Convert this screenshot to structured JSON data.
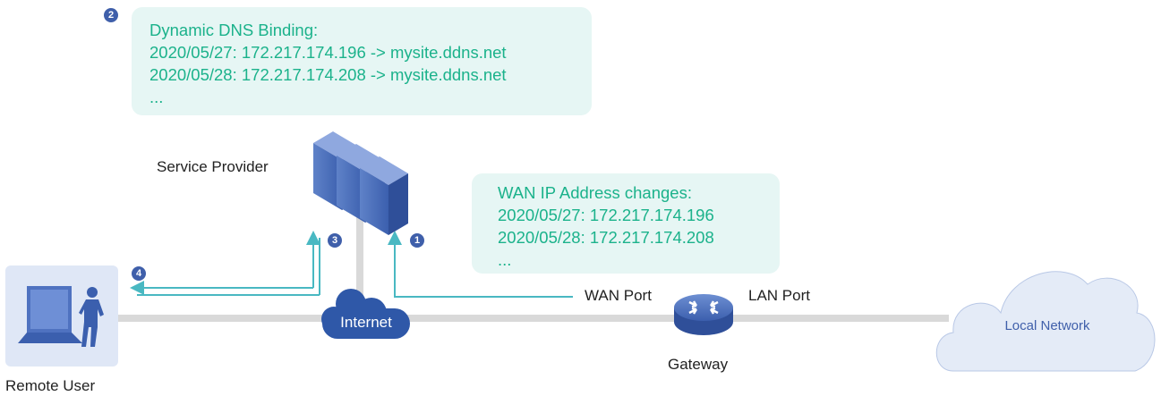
{
  "dns_box": {
    "line1": "Dynamic DNS Binding:",
    "line2": "2020/05/27: 172.217.174.196 -> mysite.ddns.net",
    "line3": "2020/05/28: 172.217.174.208 -> mysite.ddns.net",
    "line4": "..."
  },
  "wan_box": {
    "line1": "WAN IP Address changes:",
    "line2": "2020/05/27: 172.217.174.196",
    "line3": "2020/05/28: 172.217.174.208",
    "line4": "..."
  },
  "labels": {
    "service_provider": "Service Provider",
    "remote_user": "Remote User",
    "internet": "Internet",
    "wan_port": "WAN Port",
    "lan_port": "LAN Port",
    "gateway": "Gateway",
    "local_network": "Local Network"
  },
  "steps": {
    "s1": "1",
    "s2": "2",
    "s3": "3",
    "s4": "4"
  },
  "colors": {
    "accent_teal": "#1bb28b",
    "box_bg": "#e6f6f4",
    "line_gray": "#d9d9d9",
    "arrow_teal": "#49b8c2",
    "badge_blue": "#3f5faa",
    "cloud_blue": "#2f58a8",
    "local_cloud": "#e4ebf7"
  },
  "icons": {
    "servers": "server-rack-icon",
    "internet": "cloud-icon",
    "gateway": "router-icon",
    "remote_user": "laptop-user-icon",
    "local_network": "cloud-icon"
  }
}
